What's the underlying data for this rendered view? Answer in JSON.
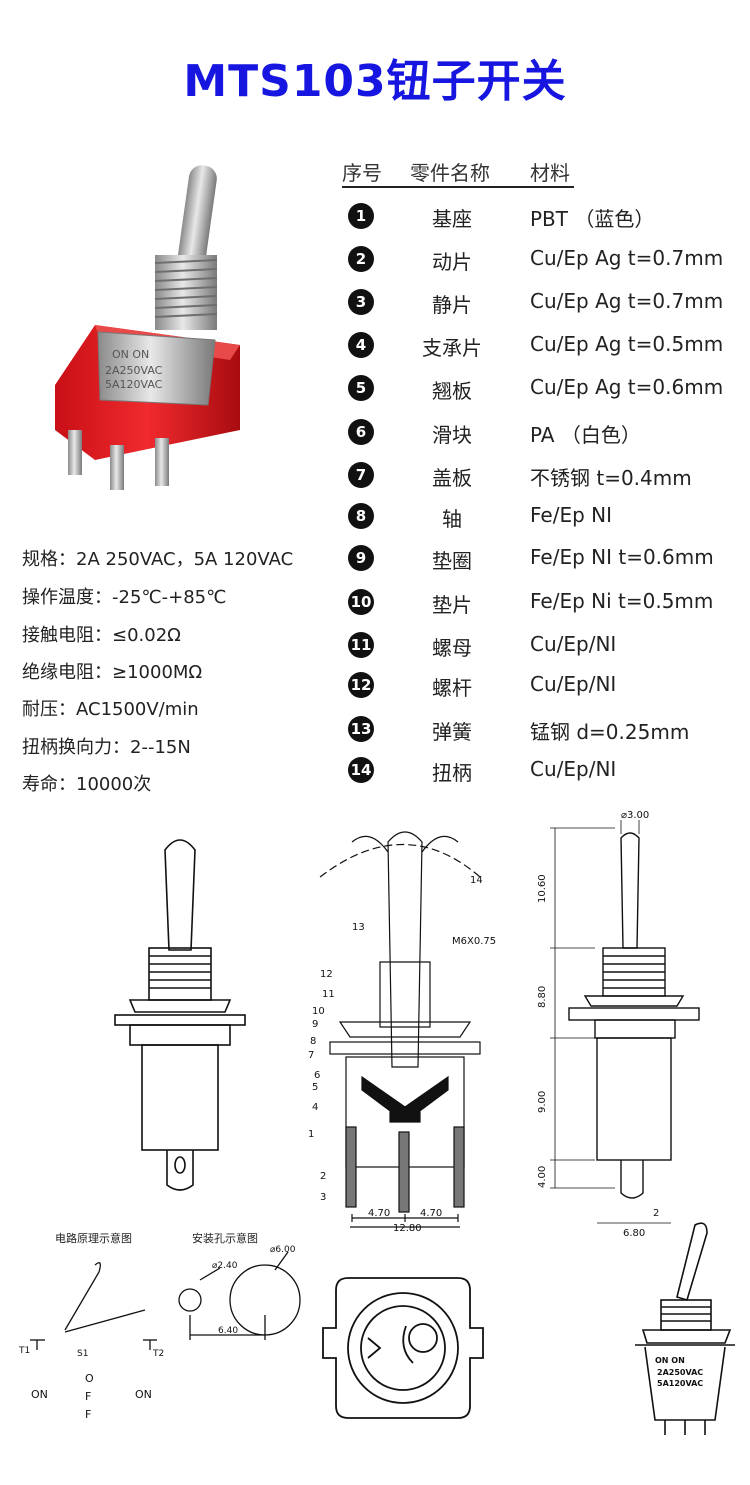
{
  "title": "MTS103钮子开关",
  "table": {
    "headers": [
      "序号",
      "零件名称",
      "材料"
    ],
    "rows": [
      {
        "no": "1",
        "name": "基座",
        "material": "PBT （蓝色）"
      },
      {
        "no": "2",
        "name": "动片",
        "material": "Cu/Ep Ag t=0.7mm"
      },
      {
        "no": "3",
        "name": "静片",
        "material": "Cu/Ep Ag t=0.7mm"
      },
      {
        "no": "4",
        "name": "支承片",
        "material": "Cu/Ep Ag t=0.5mm"
      },
      {
        "no": "5",
        "name": "翘板",
        "material": "Cu/Ep Ag t=0.6mm"
      },
      {
        "no": "6",
        "name": "滑块",
        "material": "PA （白色）"
      },
      {
        "no": "7",
        "name": "盖板",
        "material": "不锈钢 t=0.4mm"
      },
      {
        "no": "8",
        "name": "轴",
        "material": "Fe/Ep NI"
      },
      {
        "no": "9",
        "name": "垫圈",
        "material": "Fe/Ep NI t=0.6mm"
      },
      {
        "no": "10",
        "name": "垫片",
        "material": "Fe/Ep Ni t=0.5mm"
      },
      {
        "no": "11",
        "name": "螺母",
        "material": "Cu/Ep/NI"
      },
      {
        "no": "12",
        "name": "螺杆",
        "material": "Cu/Ep/NI"
      },
      {
        "no": "13",
        "name": "弹簧",
        "material": "锰钢 d=0.25mm"
      },
      {
        "no": "14",
        "name": "扭柄",
        "material": "Cu/Ep/NI"
      }
    ]
  },
  "specs": [
    "规格：2A  250VAC，5A 120VAC",
    "操作温度：-25℃-+85℃",
    "接触电阻：≤0.02Ω",
    "绝缘电阻：≥1000MΩ",
    "耐压：AC1500V/min",
    "扭柄换向力：2--15N",
    "寿命：10000次"
  ],
  "photo_markings": {
    "line1": "ON  ON",
    "line2": "2A250VAC",
    "line3": "5A120VAC"
  },
  "drawing": {
    "part_labels": [
      "1",
      "2",
      "3",
      "4",
      "5",
      "6",
      "7",
      "8",
      "9",
      "10",
      "11",
      "12",
      "13",
      "14"
    ],
    "thread": "M6X0.75",
    "dims_section": [
      "4.70",
      "4.70",
      "12.80"
    ],
    "dims_side": [
      "⌀3.00",
      "10.60",
      "8.80",
      "9.00",
      "4.00",
      "2",
      "6.80"
    ],
    "circuit_title": "电路原理示意图",
    "mount_title": "安装孔示意图",
    "mount_dims": [
      "⌀6.00",
      "⌀2.40",
      "6.40"
    ],
    "terminals": [
      "T1",
      "S1",
      "T2"
    ],
    "positions": [
      "ON",
      "O",
      "F",
      "F",
      "ON"
    ],
    "iso_markings": {
      "line1": "ON  ON",
      "line2": "2A250VAC",
      "line3": "5A120VAC"
    }
  },
  "colors": {
    "title": "#1616e0",
    "housing": "#e0191f",
    "metal": "#b8b8b8"
  }
}
